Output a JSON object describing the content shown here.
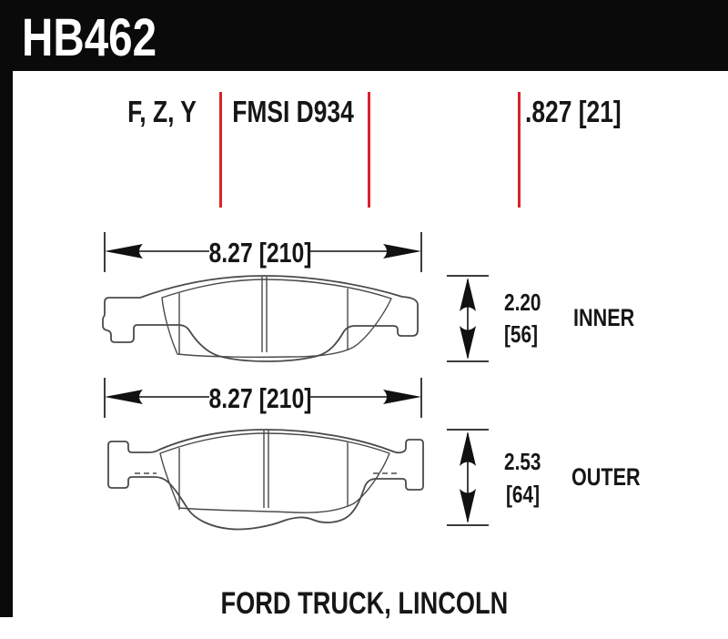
{
  "banner": {
    "part_number": "HB462"
  },
  "spec_row": {
    "compounds": "F, Z, Y",
    "fmsi": "FMSI D934",
    "thickness": ".827 [21]"
  },
  "inner_pad": {
    "label": "INNER",
    "width_dim": "8.27 [210]",
    "height_in": "2.20",
    "height_mm": "[56]"
  },
  "outer_pad": {
    "label": "OUTER",
    "width_dim": "8.27 [210]",
    "height_in": "2.53",
    "height_mm": "[64]"
  },
  "footer": {
    "application": "FORD TRUCK, LINCOLN"
  },
  "colors": {
    "accent_red": "#d8232a",
    "ink": "#161616",
    "banner_black": "#0a0a0a",
    "drawing_line": "#4a4a4a"
  }
}
